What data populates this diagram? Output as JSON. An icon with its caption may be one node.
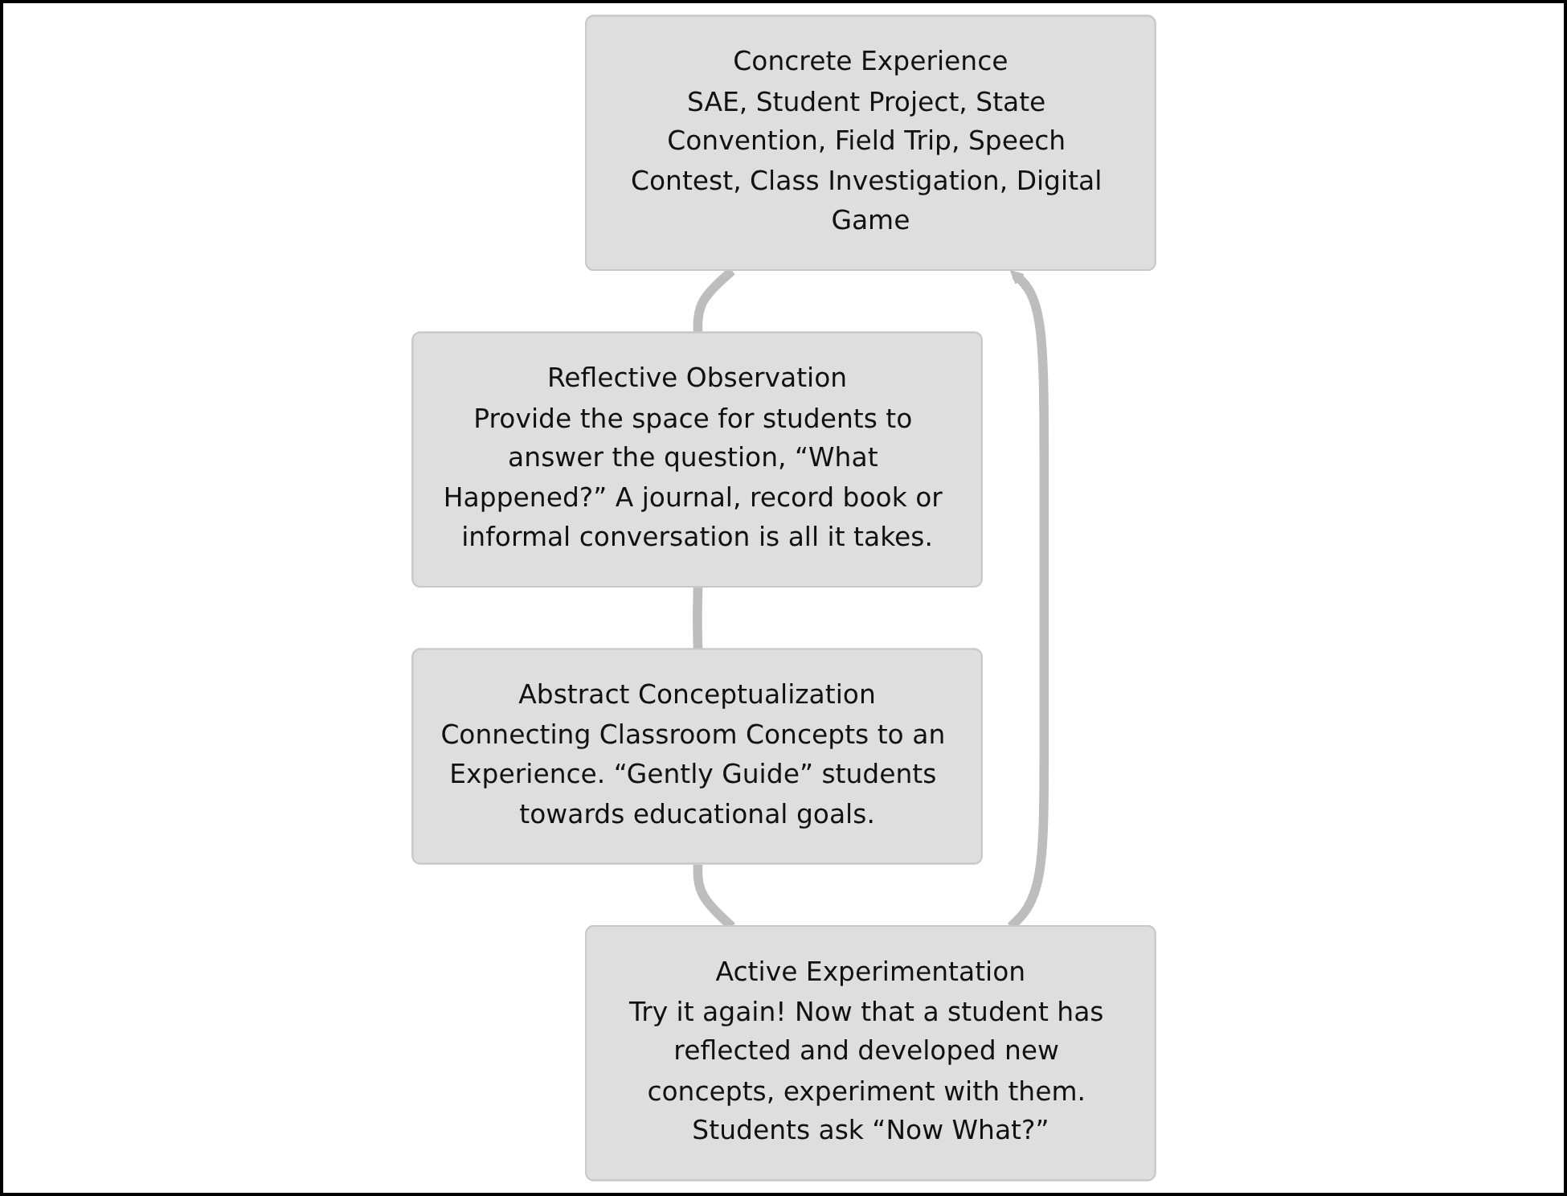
{
  "diagram": {
    "nodes": [
      {
        "text": [
          "Concrete Experience",
          "SAE, Student Project, State Convention, Field Trip, Speech Contest, Class Investigation, Digital Game"
        ]
      },
      {
        "text": [
          "Reflective Observation",
          "Provide the space for students to answer the question, “What Happened?” A journal, record book or informal conversation is all it takes."
        ]
      },
      {
        "text": [
          "Abstract Conceptualization",
          "Connecting Classroom Concepts to an Experience. “Gently Guide” students towards educational goals."
        ]
      },
      {
        "text": [
          "Active Experimentation",
          "Try it again! Now that a student has reflected and developed new concepts, experiment with them. Students ask “Now What?”"
        ]
      }
    ],
    "edges": [
      {
        "from": 0,
        "to": 1,
        "arrow": "none"
      },
      {
        "from": 1,
        "to": 2,
        "arrow": "none"
      },
      {
        "from": 2,
        "to": 3,
        "arrow": "none"
      },
      {
        "from": 3,
        "to": 0,
        "arrow": "to"
      }
    ]
  }
}
